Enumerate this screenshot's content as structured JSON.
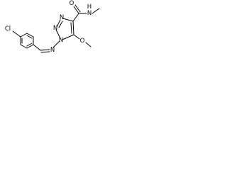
{
  "structure": {
    "atoms": {
      "cl": "Cl",
      "n_imine": "N",
      "n1": "N",
      "n2": "N",
      "n3": "N",
      "o_carbonyl": "O",
      "n_amide": "N",
      "h_amide": "H",
      "o_methoxy": "O"
    }
  }
}
